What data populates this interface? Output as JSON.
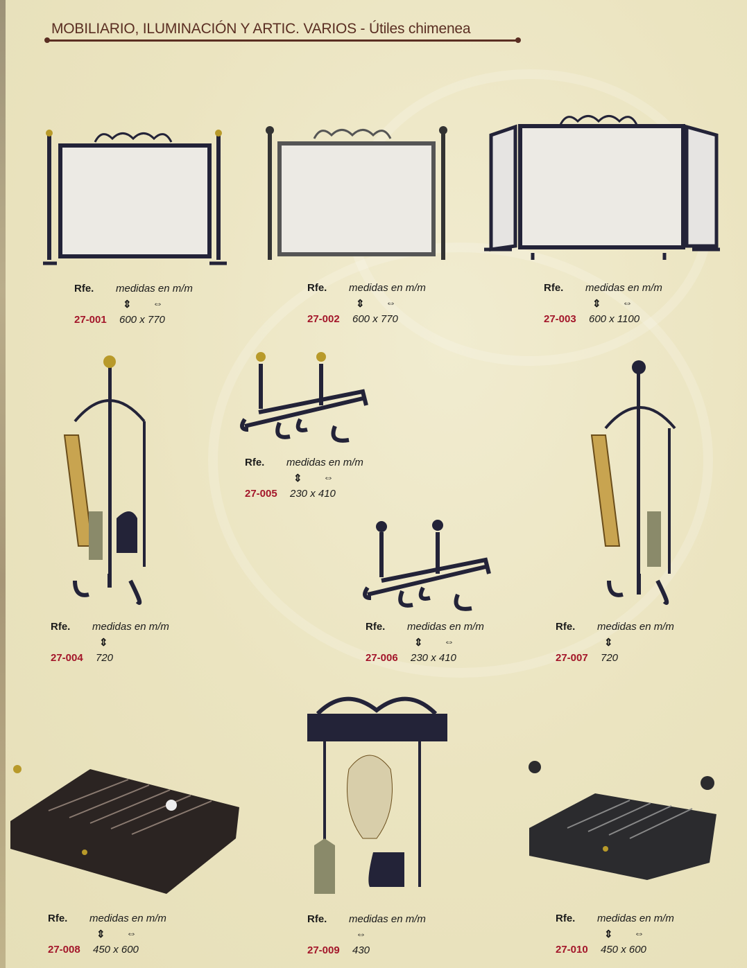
{
  "header": {
    "title": "MOBILIARIO, ILUMINACIÓN Y ARTIC. VARIOS - Útiles chimenea"
  },
  "labels": {
    "rfe": "Rfe.",
    "medidas": "medidas en m/m",
    "height_arrow": "⇕",
    "width_arrow": "⇔"
  },
  "products": [
    {
      "ref": "27-001",
      "size": "600 x 770",
      "icon": "fire-screen"
    },
    {
      "ref": "27-002",
      "size": "600 x 770",
      "icon": "fire-screen"
    },
    {
      "ref": "27-003",
      "size": "600 x 1100",
      "icon": "folding-fire-screen"
    },
    {
      "ref": "27-004",
      "size": "720",
      "icon": "fireplace-tool-set"
    },
    {
      "ref": "27-005",
      "size": "230 x 410",
      "icon": "andirons"
    },
    {
      "ref": "27-006",
      "size": "230 x 410",
      "icon": "andirons"
    },
    {
      "ref": "27-007",
      "size": "720",
      "icon": "fireplace-tool-set"
    },
    {
      "ref": "27-008",
      "size": "450 x 600",
      "icon": "fire-grate"
    },
    {
      "ref": "27-009",
      "size": "430",
      "icon": "wall-tool-rack"
    },
    {
      "ref": "27-010",
      "size": "450 x 600",
      "icon": "fire-grate"
    }
  ]
}
